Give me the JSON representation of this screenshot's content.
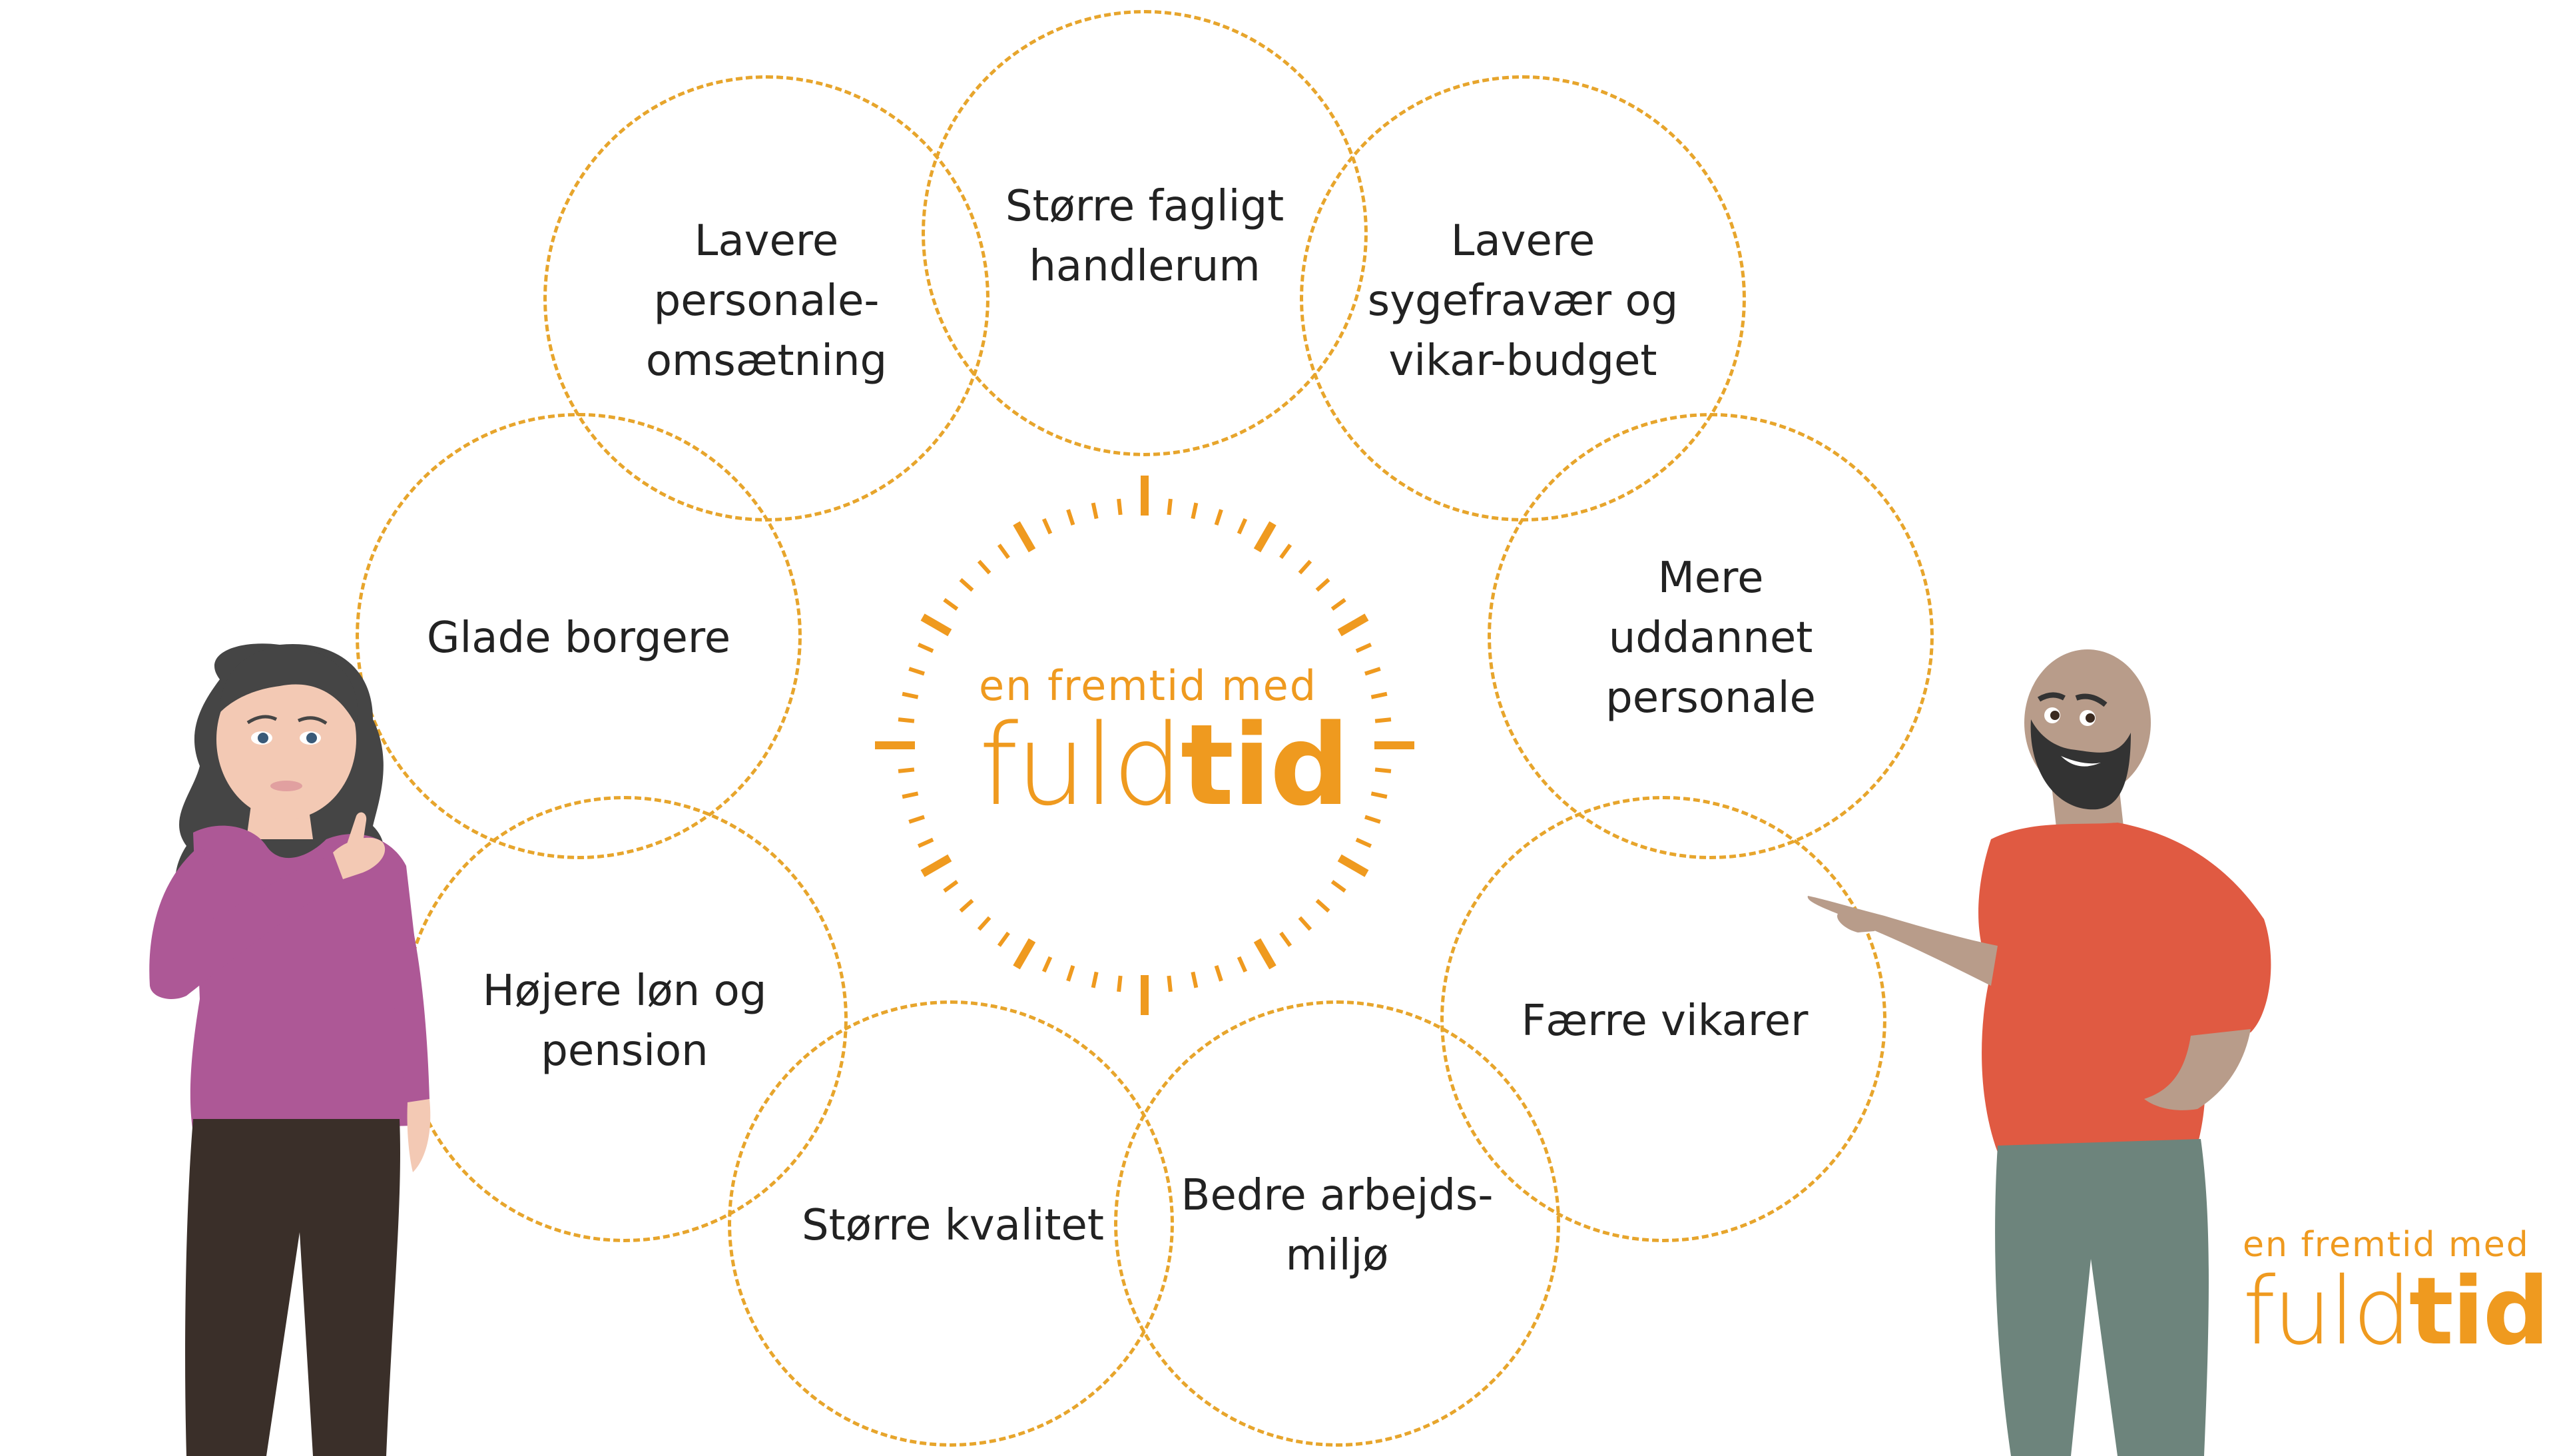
{
  "colors": {
    "accent": "#ef9a1f",
    "dashed_circle": "#e7a52c",
    "text": "#222222",
    "woman_top": "#ad5896",
    "woman_hair": "#454545",
    "woman_pants": "#3a2f29",
    "skin_light": "#f3c9b4",
    "man_shirt": "#e05a42",
    "man_pants": "#6d847c",
    "skin_dark": "#b89c8a",
    "beard": "#333333"
  },
  "center_logo": {
    "line1": "en fremtid med",
    "line2_regular": "fuld",
    "line2_bold": "tid"
  },
  "corner_logo": {
    "line1": "en fremtid med",
    "line2_regular": "fuld",
    "line2_bold": "tid"
  },
  "benefits": [
    {
      "label": "Større fagligt\nhandlerum"
    },
    {
      "label": "Lavere\npersonale-\nomsætning"
    },
    {
      "label": "Lavere\nsygefravær og\nvikar-budget"
    },
    {
      "label": "Glade borgere"
    },
    {
      "label": "Mere\nuddannet\npersonale"
    },
    {
      "label": "Højere løn og\npension"
    },
    {
      "label": "Færre vikarer"
    },
    {
      "label": "Større kvalitet"
    },
    {
      "label": "Bedre arbejds-\nmiljø"
    }
  ],
  "illustrations": {
    "left": "woman-thumbs-up",
    "right": "man-pointing"
  }
}
